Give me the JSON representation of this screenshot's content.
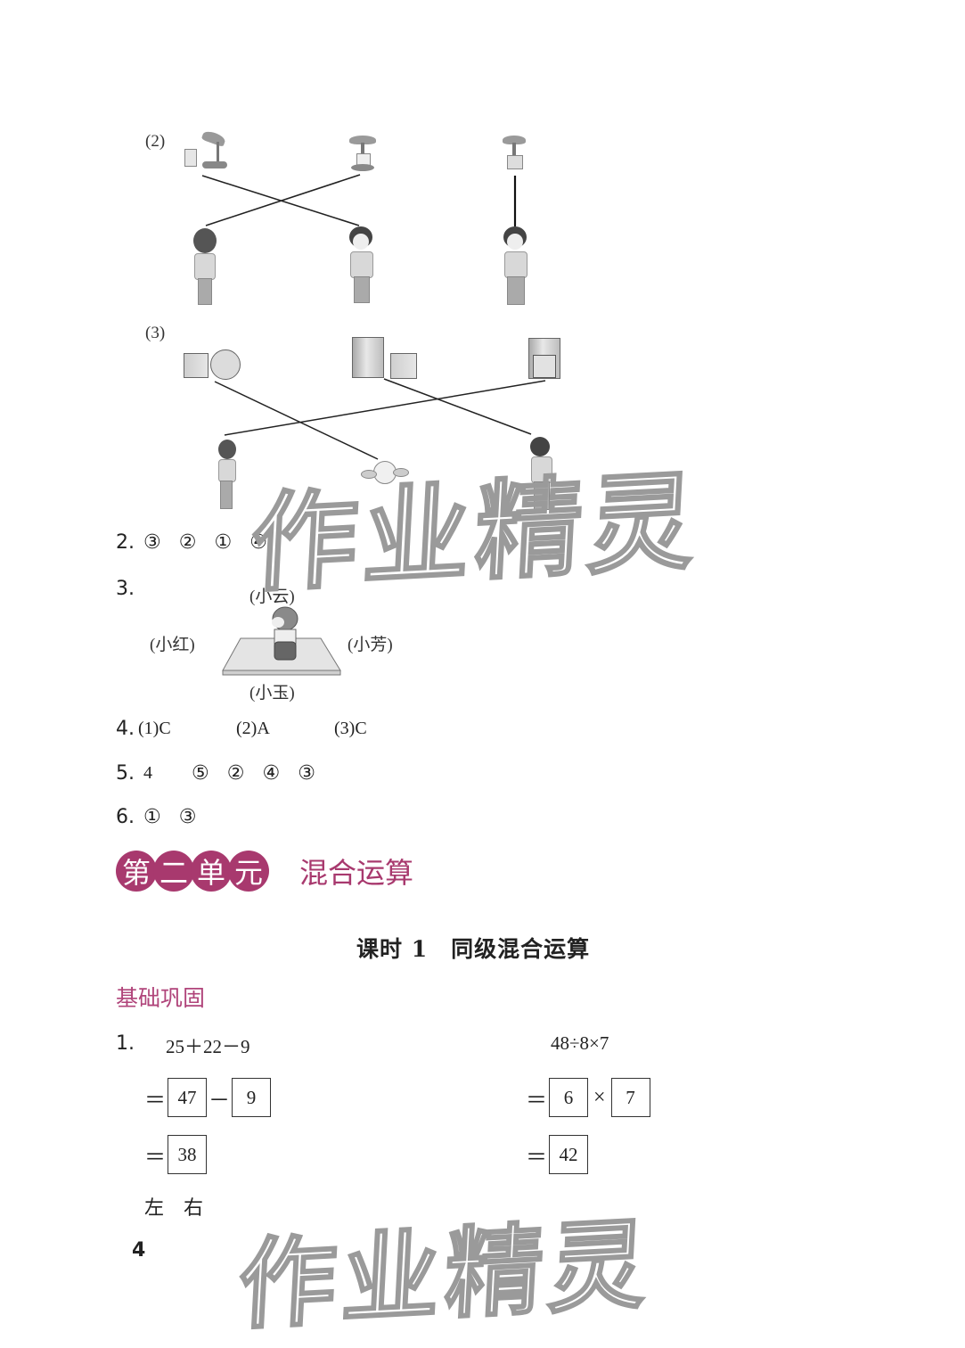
{
  "part1": {
    "sub2": {
      "label": "(2)",
      "top_items": [
        "lamp-with-pen-holder-side",
        "lamp-front-view",
        "lamp-top-view"
      ],
      "bottom_items": [
        "boy-back-view",
        "girl-front-view",
        "girl-waving"
      ],
      "connections": [
        [
          0,
          1
        ],
        [
          1,
          0
        ],
        [
          2,
          2
        ]
      ]
    },
    "sub3": {
      "label": "(3)",
      "top_items": [
        "square-and-circle",
        "cylinder-and-square",
        "cylinder-with-square-front"
      ],
      "bottom_items": [
        "boy-side-view",
        "bird",
        "girl-back-view"
      ],
      "connections": [
        [
          0,
          1
        ],
        [
          1,
          2
        ],
        [
          2,
          0
        ]
      ]
    }
  },
  "q2": {
    "num": "2.",
    "answers": [
      "③",
      "②",
      "①",
      "④"
    ]
  },
  "q3": {
    "num": "3.",
    "top": "(小云)",
    "left": "(小红)",
    "right": "(小芳)",
    "bottom": "(小玉)"
  },
  "q4": {
    "num": "4.",
    "answers": [
      "(1)C",
      "(2)A",
      "(3)C"
    ]
  },
  "q5": {
    "num": "5.",
    "first": "4",
    "answers": [
      "⑤",
      "②",
      "④",
      "③"
    ]
  },
  "q6": {
    "num": "6.",
    "answers": [
      "①",
      "③"
    ]
  },
  "unit": {
    "badge_chars": [
      "第",
      "二",
      "单",
      "元"
    ],
    "title": "混合运算",
    "color": "#a8396e"
  },
  "lesson": {
    "title": "课时 1　同级混合运算"
  },
  "section": {
    "title": "基础巩固",
    "color": "#b0447a"
  },
  "exercise1": {
    "num": "1.",
    "left": {
      "expression": "25＋22－9",
      "step1": {
        "eq": "＝",
        "a": "47",
        "op": "－",
        "b": "9"
      },
      "step2": {
        "eq": "＝",
        "a": "38"
      }
    },
    "right": {
      "expression": "48÷8×7",
      "step1": {
        "eq": "＝",
        "a": "6",
        "op": "×",
        "b": "7"
      },
      "step2": {
        "eq": "＝",
        "a": "42"
      }
    },
    "order": "左　右"
  },
  "watermark": {
    "text": "作业精灵"
  },
  "page": {
    "number": "4"
  }
}
